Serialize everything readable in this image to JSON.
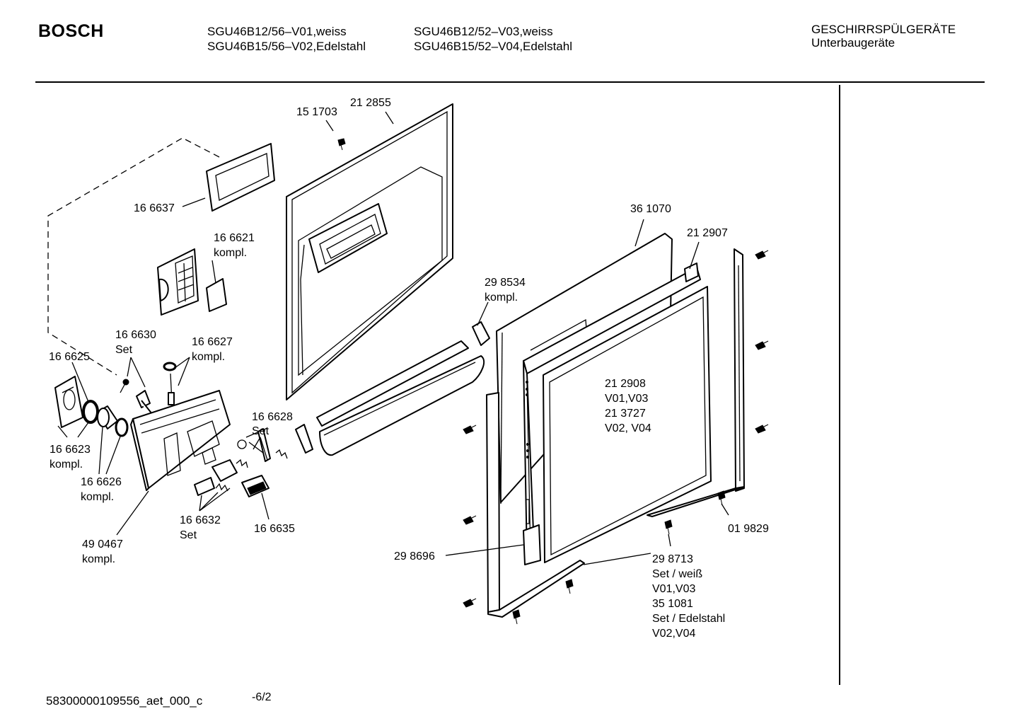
{
  "header": {
    "brand": "BOSCH",
    "models_col1": [
      "SGU46B12/56–V01,weiss",
      "SGU46B15/56–V02,Edelstahl"
    ],
    "models_col2": [
      "SGU46B12/52–V03,weiss",
      "SGU46B15/52–V04,Edelstahl"
    ],
    "category": [
      "GESCHIRRSPÜLGERÄTE",
      "Unterbaugeräte"
    ]
  },
  "footer": {
    "doc_id": "58300000109556_aet_000_c",
    "page": "-6/2"
  },
  "labels": {
    "p151703": [
      "15 1703"
    ],
    "p212855": [
      "21 2855"
    ],
    "p166637": [
      "16 6637"
    ],
    "p166621": [
      "16 6621",
      "kompl."
    ],
    "p166630": [
      "16 6630",
      "Set"
    ],
    "p166627": [
      "16 6627",
      "kompl."
    ],
    "p166625": [
      "16 6625"
    ],
    "p166623": [
      "16 6623",
      "kompl."
    ],
    "p166626": [
      "16 6626",
      "kompl."
    ],
    "p490467": [
      "49 0467",
      "kompl."
    ],
    "p166628": [
      "16 6628",
      "Set"
    ],
    "p166632": [
      "16 6632",
      "Set"
    ],
    "p166635": [
      "16 6635"
    ],
    "p298534": [
      "29 8534",
      "kompl."
    ],
    "p361070": [
      "36 1070"
    ],
    "p212907": [
      "21 2907"
    ],
    "p212908": [
      "21 2908",
      "V01,V03",
      "21 3727",
      "V02, V04"
    ],
    "p019829": [
      "01 9829"
    ],
    "p298696": [
      "29 8696"
    ],
    "p298713": [
      "29 8713",
      "Set / weiß",
      "V01,V03",
      "35 1081",
      "Set / Edelstahl",
      "V02,V04"
    ]
  }
}
